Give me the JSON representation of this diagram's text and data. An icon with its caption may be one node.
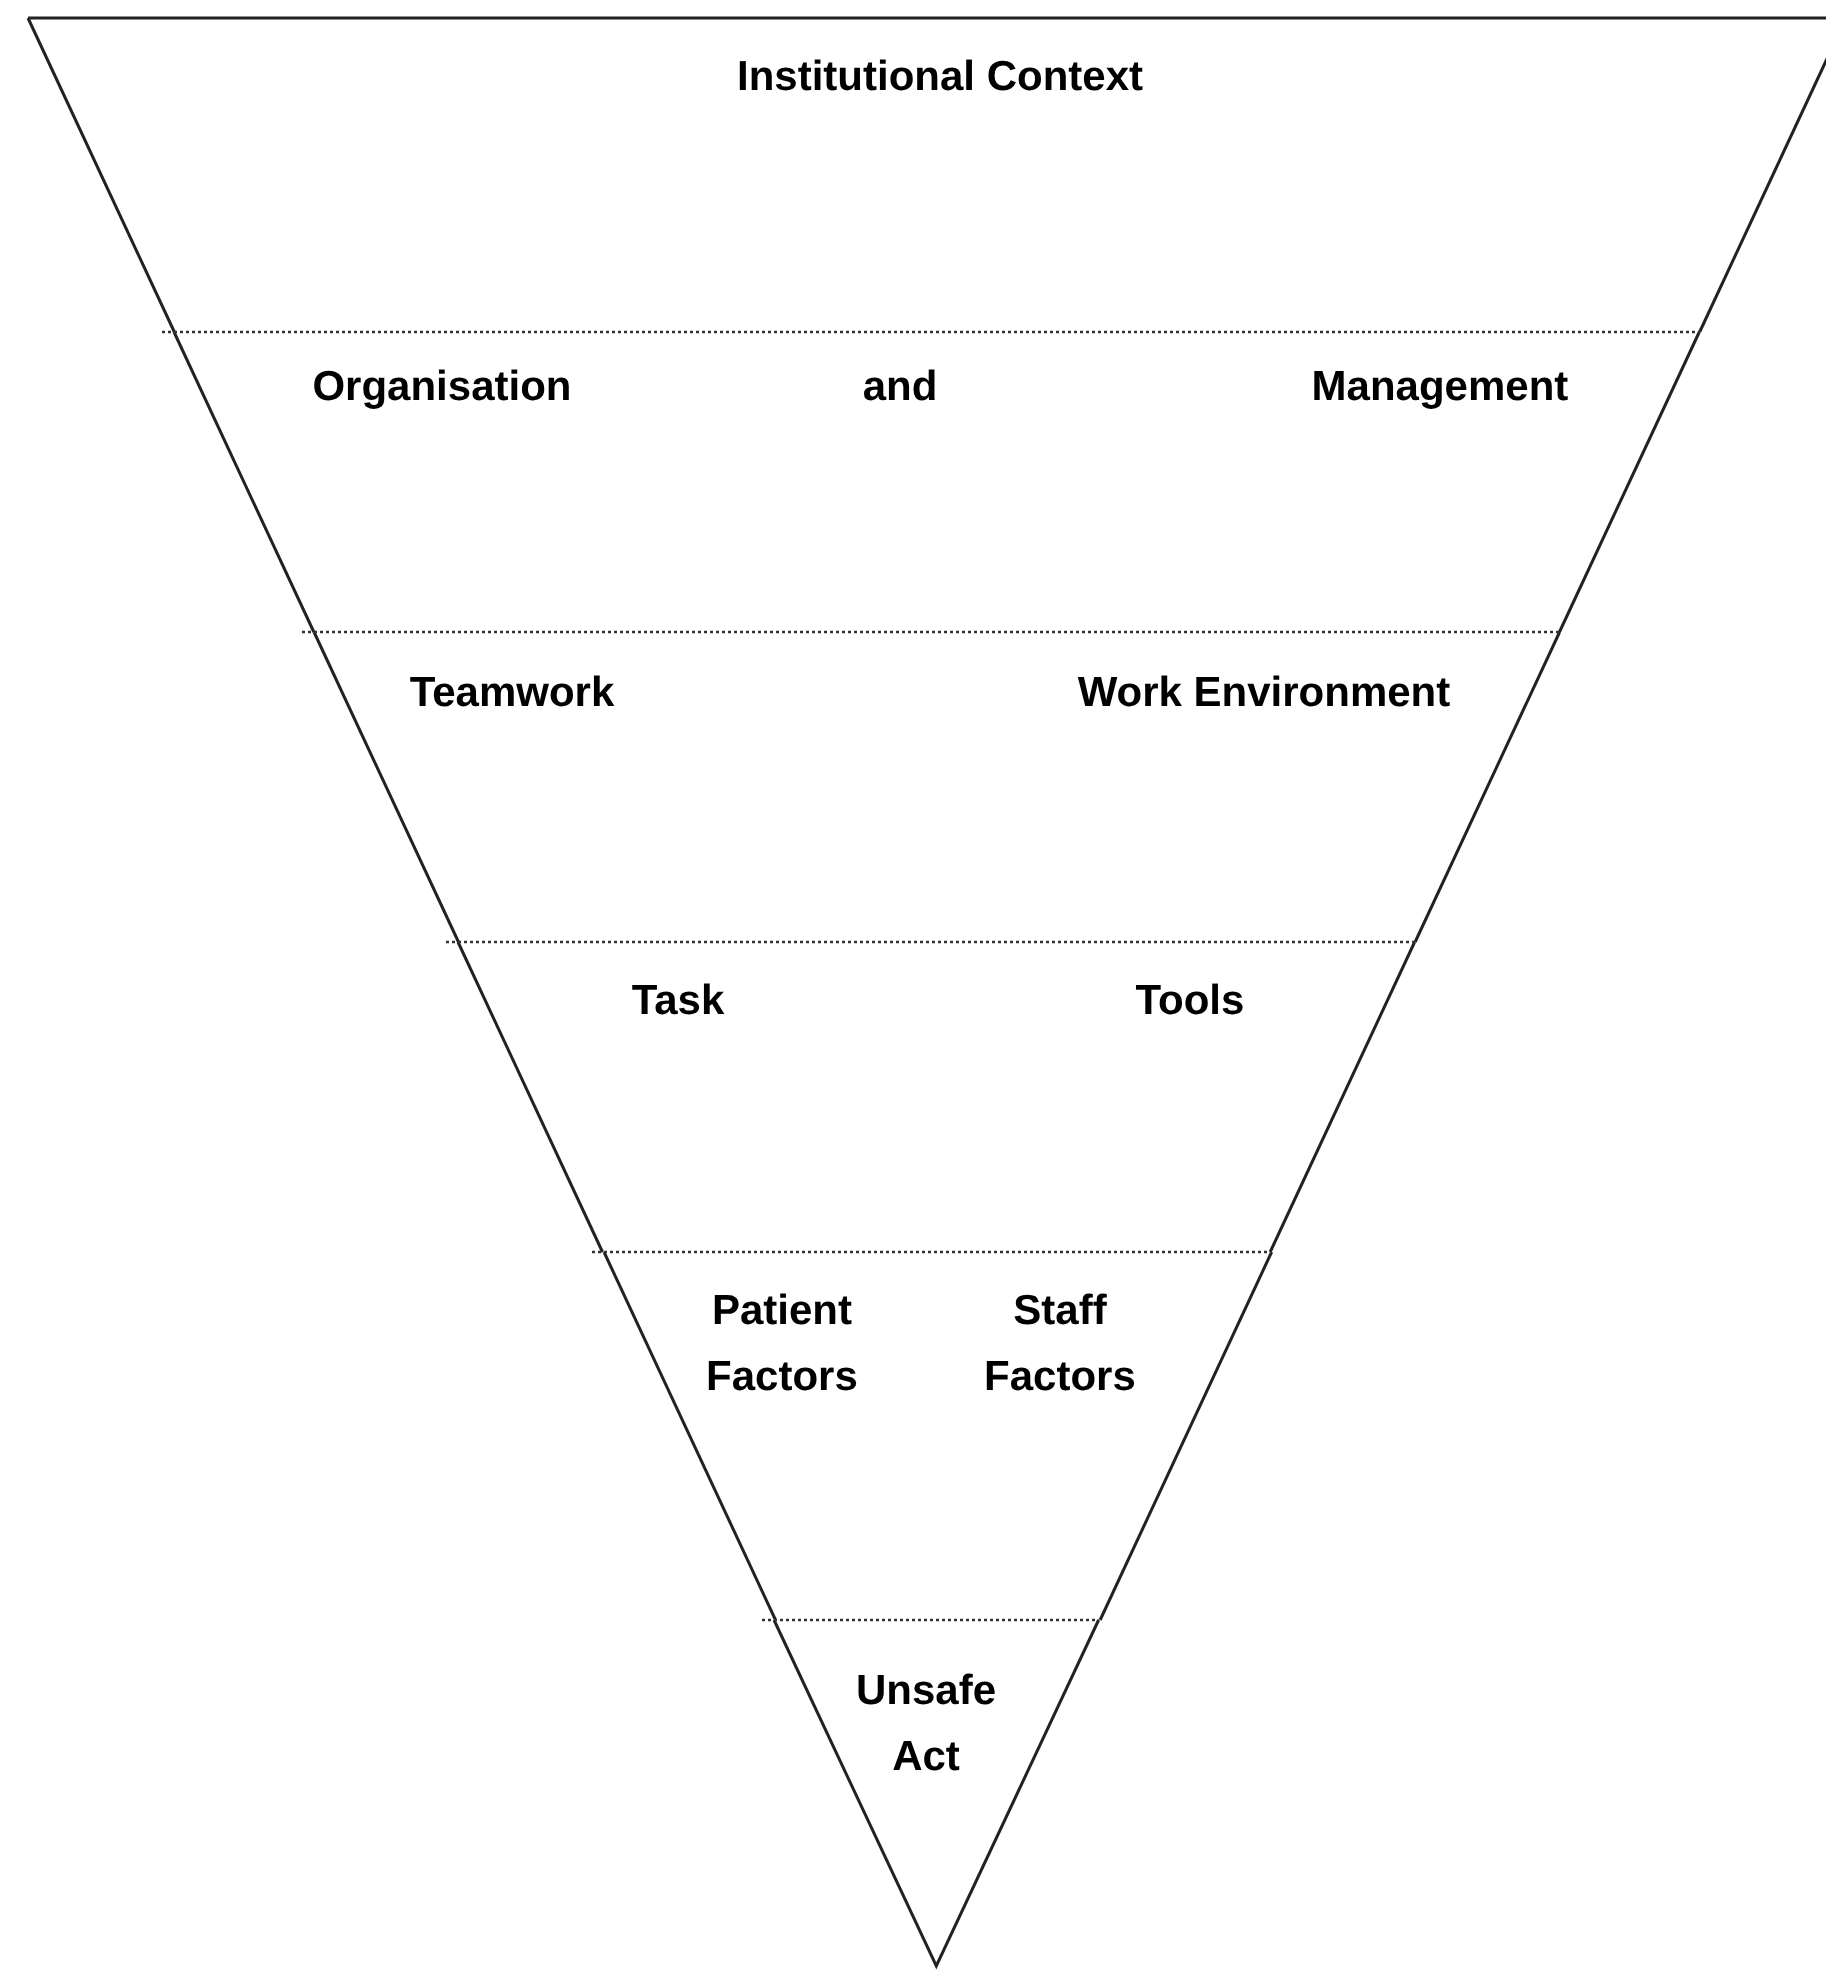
{
  "diagram": {
    "nodes": [
      {
        "text": [
          "Institutional Context"
        ]
      },
      {
        "text": [
          "Organisation",
          "and",
          "Management"
        ]
      },
      {
        "text": [
          "Teamwork",
          "Work Environment"
        ]
      },
      {
        "text": [
          "Task",
          "Tools"
        ]
      },
      {
        "text": [
          "Patient Factors",
          "Staff Factors"
        ]
      },
      {
        "text": [
          "Unsafe Act"
        ]
      }
    ]
  }
}
